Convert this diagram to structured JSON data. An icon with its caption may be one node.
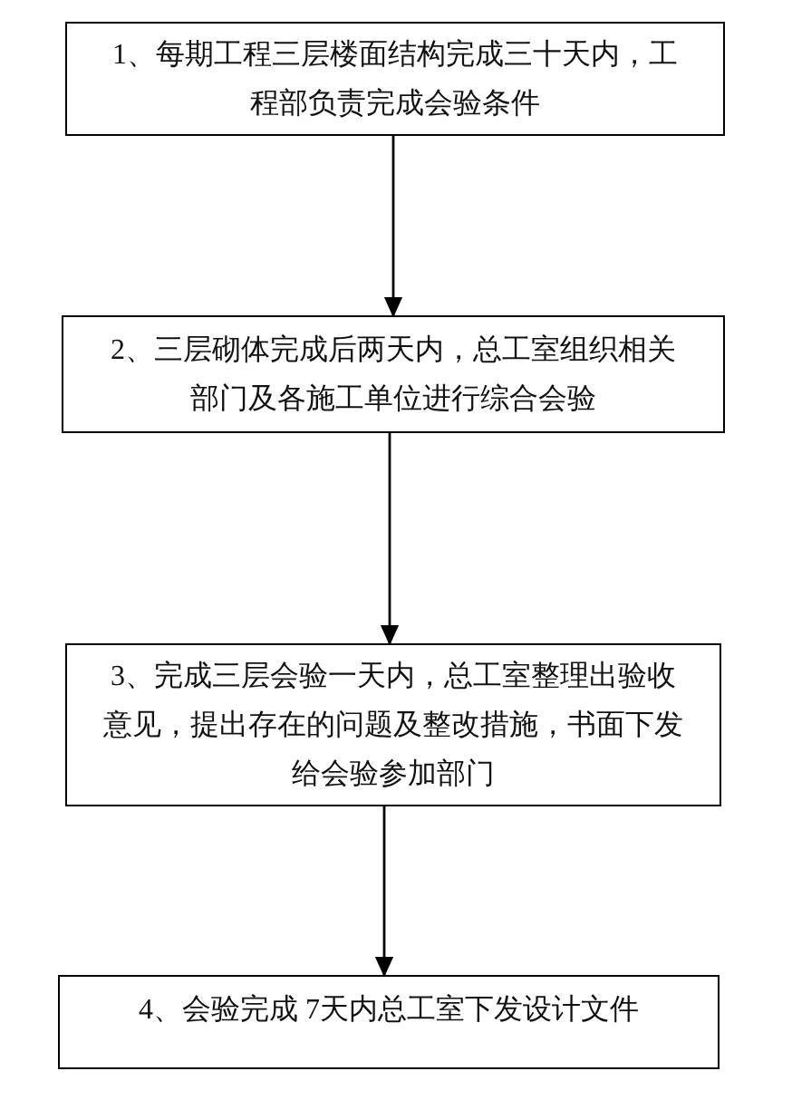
{
  "diagram": {
    "nodes": [
      {
        "text": [
          "1、每期工程三层楼面结构完成三十天内，工程部负责完成会验条件"
        ]
      },
      {
        "text": [
          "2、三层砌体完成后两天内，总工室组织相关部门及各施工单位进行综合会验"
        ]
      },
      {
        "text": [
          "3、完成三层会验一天内，总工室整理出验收意见，提出存在的问题及整改措施，书面下发给会验参加部门"
        ]
      },
      {
        "text": [
          "4、会验完成 7天内总工室下发设计文件"
        ]
      }
    ],
    "edges": [
      {
        "from": 0,
        "to": 1,
        "arrow": "to"
      },
      {
        "from": 1,
        "to": 2,
        "arrow": "to"
      },
      {
        "from": 2,
        "to": 3,
        "arrow": "to"
      }
    ]
  }
}
